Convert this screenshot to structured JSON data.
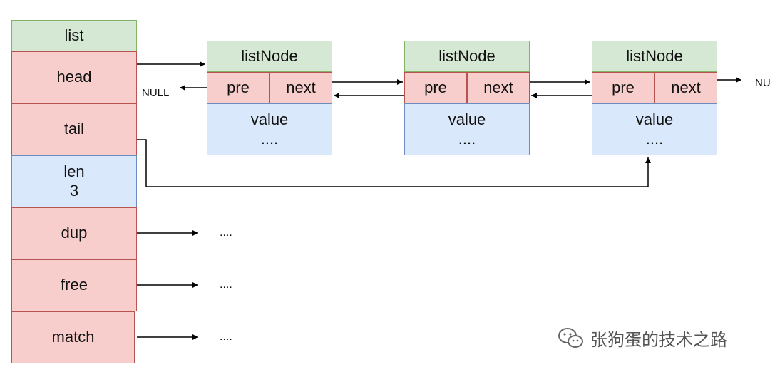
{
  "list": {
    "title": "list",
    "fields": {
      "head": "head",
      "tail": "tail",
      "len_label": "len",
      "len_value": "3",
      "dup": "dup",
      "free": "free",
      "match": "match"
    }
  },
  "nodes": [
    {
      "title": "listNode",
      "pre": "pre",
      "next": "next",
      "value": "value",
      "value_more": "...."
    },
    {
      "title": "listNode",
      "pre": "pre",
      "next": "next",
      "value": "value",
      "value_more": "...."
    },
    {
      "title": "listNode",
      "pre": "pre",
      "next": "next",
      "value": "value",
      "value_more": "...."
    }
  ],
  "null_left": "NULL",
  "null_right": "NU",
  "pointer_targets": {
    "dup": "....",
    "free": "....",
    "match": "...."
  },
  "watermark": {
    "icon": "wechat-icon",
    "text": "张狗蛋的技术之路"
  },
  "colors": {
    "green": "#d5e8d4",
    "red": "#f8cecc",
    "blue": "#dae8fc"
  }
}
